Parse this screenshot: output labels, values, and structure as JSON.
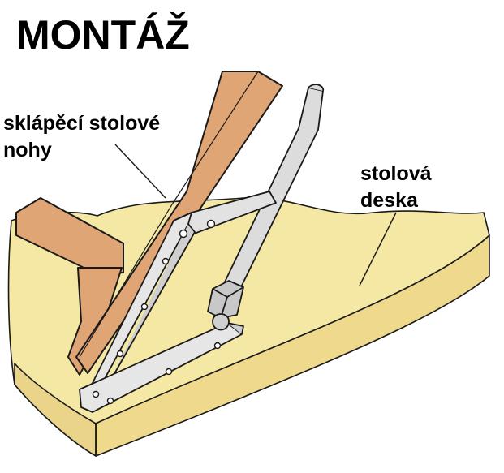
{
  "title": "MONTÁŽ",
  "labels": {
    "legs": [
      "sklápěcí stolové",
      "nohy"
    ],
    "desk": [
      "stolová",
      "deska"
    ]
  },
  "colors": {
    "wood": "#e0a574",
    "board": "#f5e8a4",
    "metal": "#d6d6d6",
    "outline": "#1a1a1a"
  }
}
